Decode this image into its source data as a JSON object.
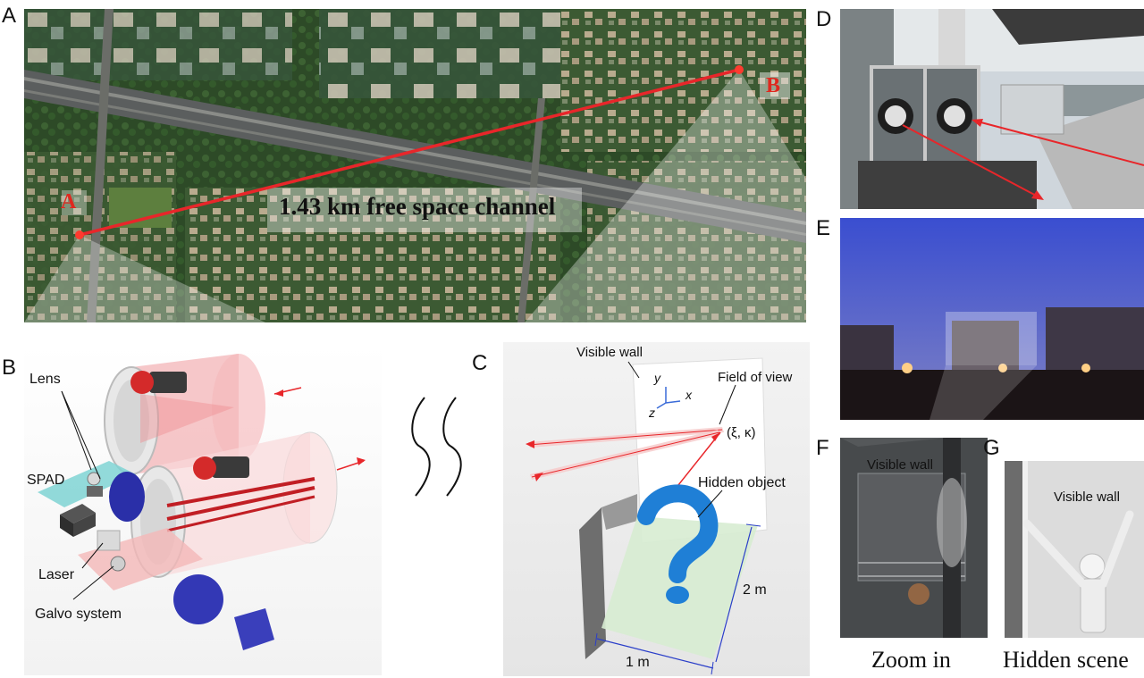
{
  "panels": {
    "a": {
      "letter": "A",
      "point_a": "A",
      "point_b": "B",
      "channel_label": "1.43 km free space channel"
    },
    "b": {
      "letter": "B",
      "lens": "Lens",
      "spad": "SPAD",
      "laser": "Laser",
      "galvo": "Galvo system"
    },
    "c": {
      "letter": "C",
      "visible_wall": "Visible wall",
      "field_of_view": "Field of view",
      "axis_y": "y",
      "axis_x": "x",
      "axis_z": "z",
      "coord": "(ξ, κ)",
      "hidden_object": "Hidden object",
      "dim_height": "2 m",
      "dim_width": "1 m"
    },
    "distance": {
      "label": "1.43 km"
    },
    "d": {
      "letter": "D"
    },
    "e": {
      "letter": "E"
    },
    "f": {
      "letter": "F",
      "visible_wall": "Visible wall",
      "caption": "Zoom in"
    },
    "g": {
      "letter": "G",
      "visible_wall": "Visible wall",
      "caption": "Hidden scene"
    }
  },
  "colors": {
    "laser_red": "#e8262a",
    "dimension_blue": "#2a3ec9",
    "object_blue": "#1f7fd6"
  }
}
